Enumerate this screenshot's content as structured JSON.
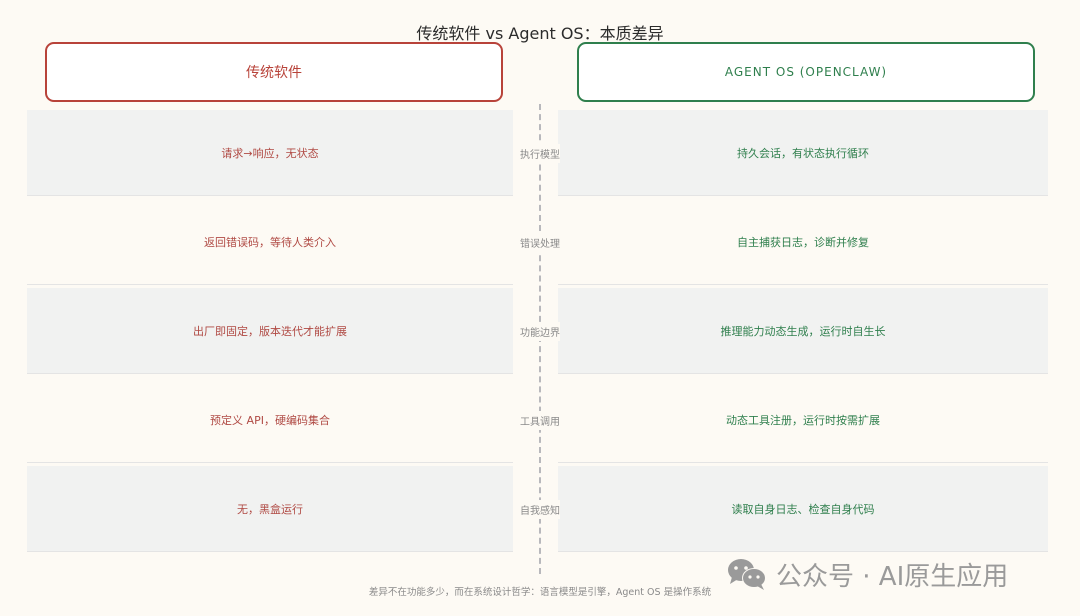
{
  "title": "传统软件 vs Agent OS：本质差异",
  "headers": {
    "left": "传统软件",
    "right": "AGENT OS (OPENCLAW)"
  },
  "colors": {
    "left_accent": "#b8433a",
    "right_accent": "#2f7f4d",
    "background": "#fdfaf4",
    "shaded_row": "#f1f2f1"
  },
  "rows": [
    {
      "aspect": "执行模型",
      "traditional": "请求→响应，无状态",
      "agent_os": "持久会话，有状态执行循环"
    },
    {
      "aspect": "错误处理",
      "traditional": "返回错误码，等待人类介入",
      "agent_os": "自主捕获日志，诊断并修复"
    },
    {
      "aspect": "功能边界",
      "traditional": "出厂即固定，版本迭代才能扩展",
      "agent_os": "推理能力动态生成，运行时自生长"
    },
    {
      "aspect": "工具调用",
      "traditional": "预定义 API，硬编码集合",
      "agent_os": "动态工具注册，运行时按需扩展"
    },
    {
      "aspect": "自我感知",
      "traditional": "无，黑盒运行",
      "agent_os": "读取自身日志、检查自身代码"
    }
  ],
  "footer": "差异不在功能多少，而在系统设计哲学：语言模型是引擎，Agent OS 是操作系统",
  "watermark": {
    "icon": "wechat-icon",
    "text": "公众号 · AI原生应用"
  }
}
